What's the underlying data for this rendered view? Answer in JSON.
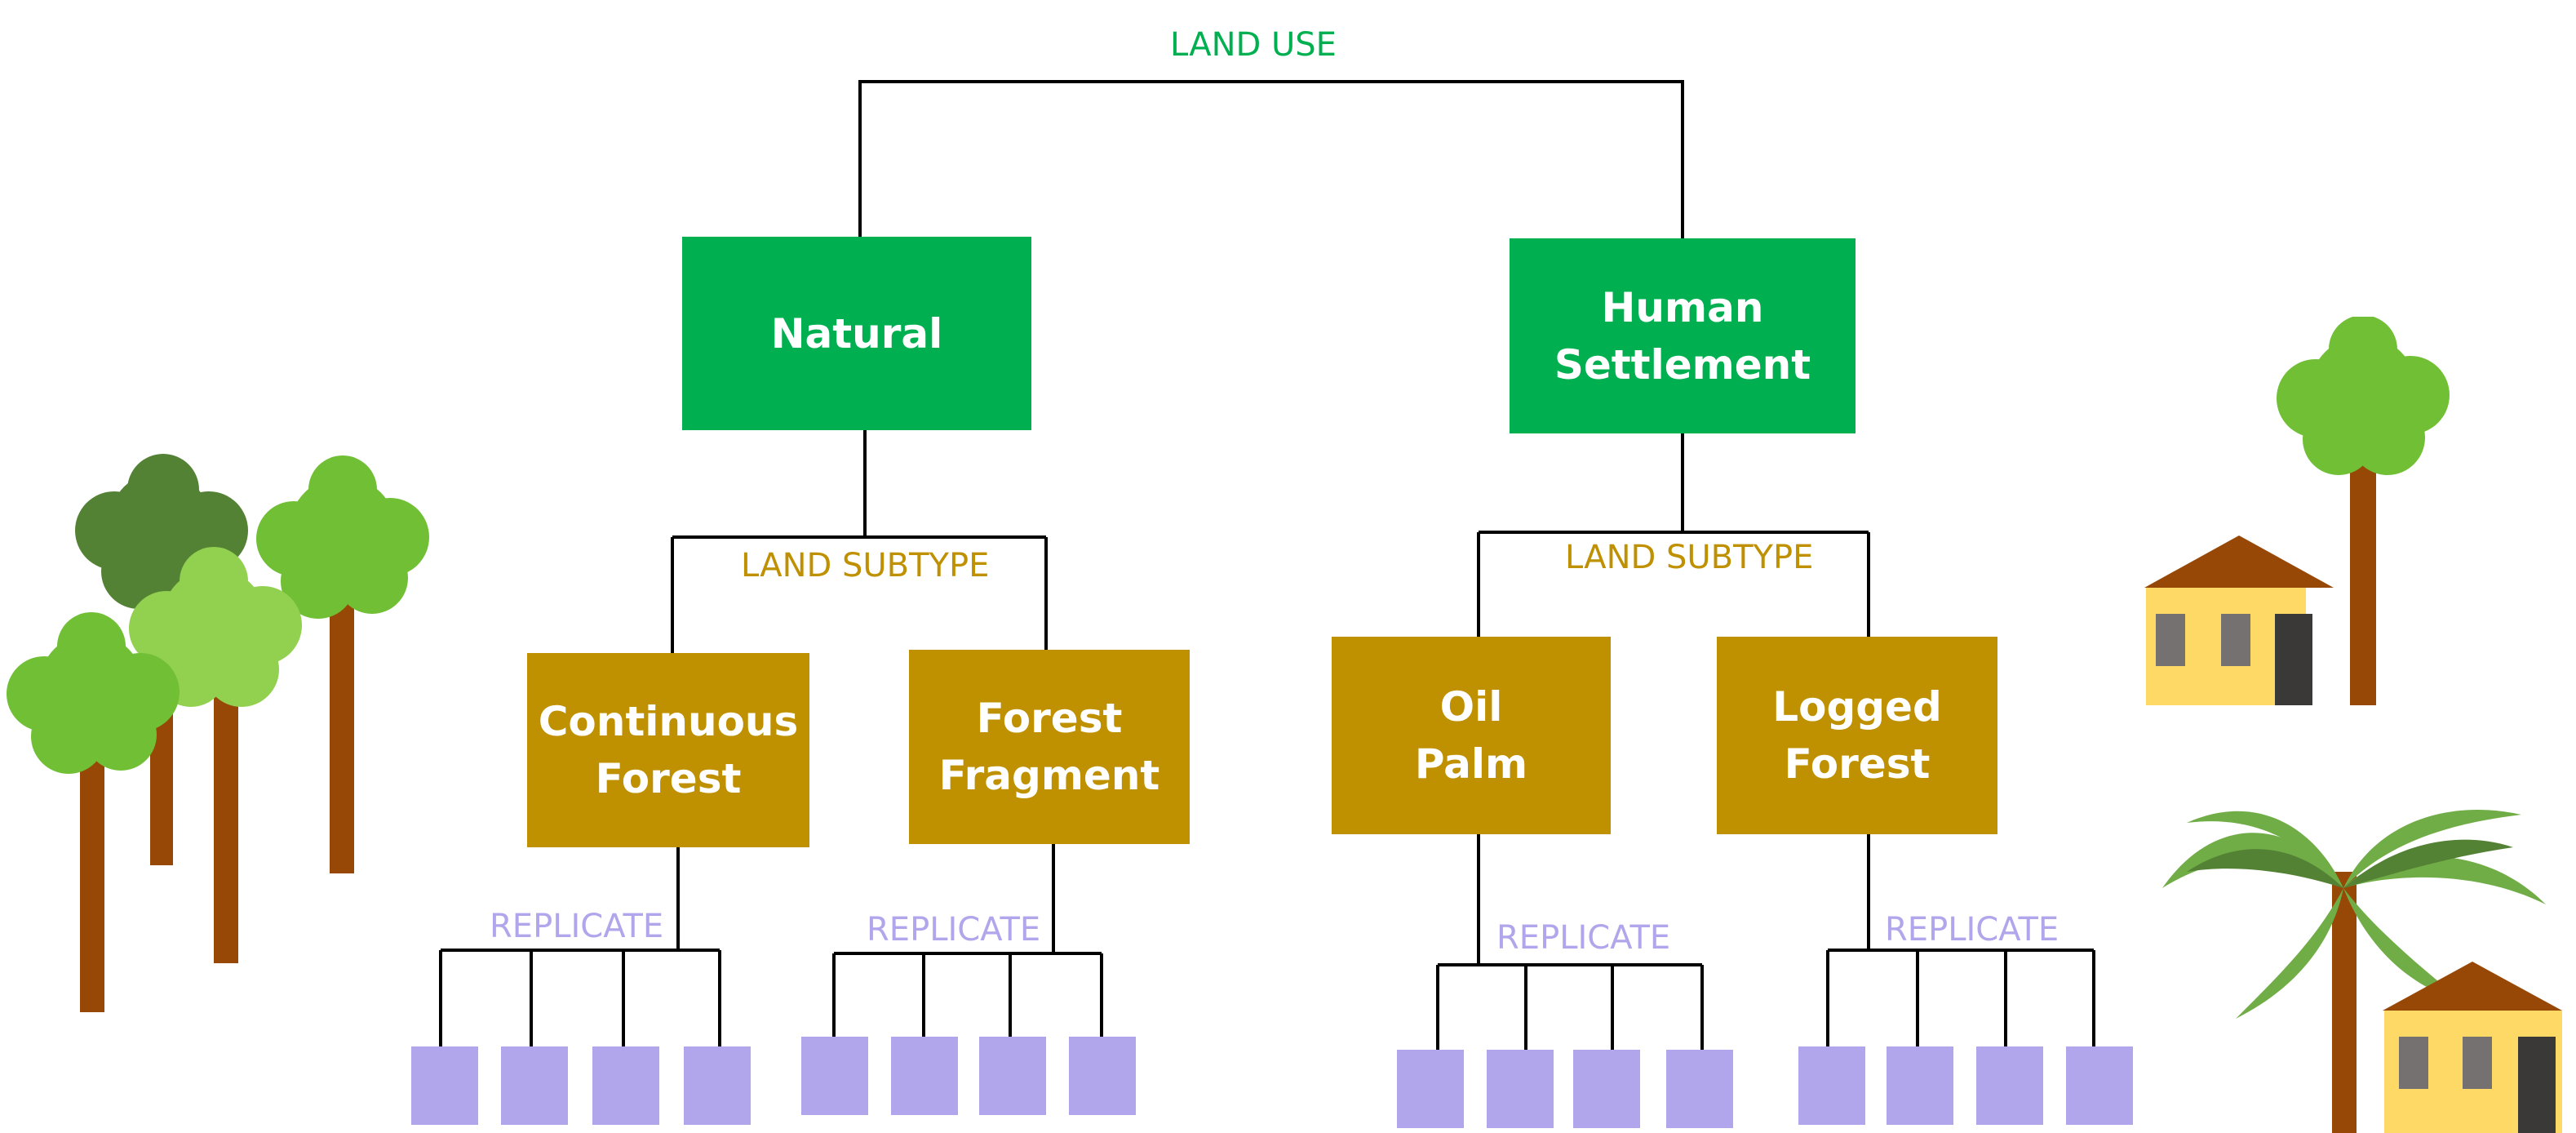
{
  "diagram": {
    "root_label": "LAND USE",
    "subtype_label": "LAND SUBTYPE",
    "replicate_label": "REPLICATE",
    "categories": [
      {
        "name_lines": [
          "Natural"
        ],
        "subtypes": [
          {
            "name_lines": [
              "Continuous",
              "Forest"
            ],
            "replicates": 4
          },
          {
            "name_lines": [
              "Forest",
              "Fragment"
            ],
            "replicates": 4
          }
        ]
      },
      {
        "name_lines": [
          "Human",
          "Settlement"
        ],
        "subtypes": [
          {
            "name_lines": [
              "Oil",
              "Palm"
            ],
            "replicates": 4
          },
          {
            "name_lines": [
              "Logged",
              "Forest"
            ],
            "replicates": 4
          }
        ]
      }
    ]
  },
  "colors": {
    "land_use_box": "#00b050",
    "land_use_text": "#00b050",
    "subtype_box": "#bf9000",
    "subtype_text": "#bf9000",
    "replicate_box": "#b1a5ec",
    "replicate_text": "#b1a5ec",
    "lines": "#000000"
  },
  "decorations": {
    "left": "forest-trees-illustration",
    "right": "settlement-houses-and-palm-illustration"
  }
}
